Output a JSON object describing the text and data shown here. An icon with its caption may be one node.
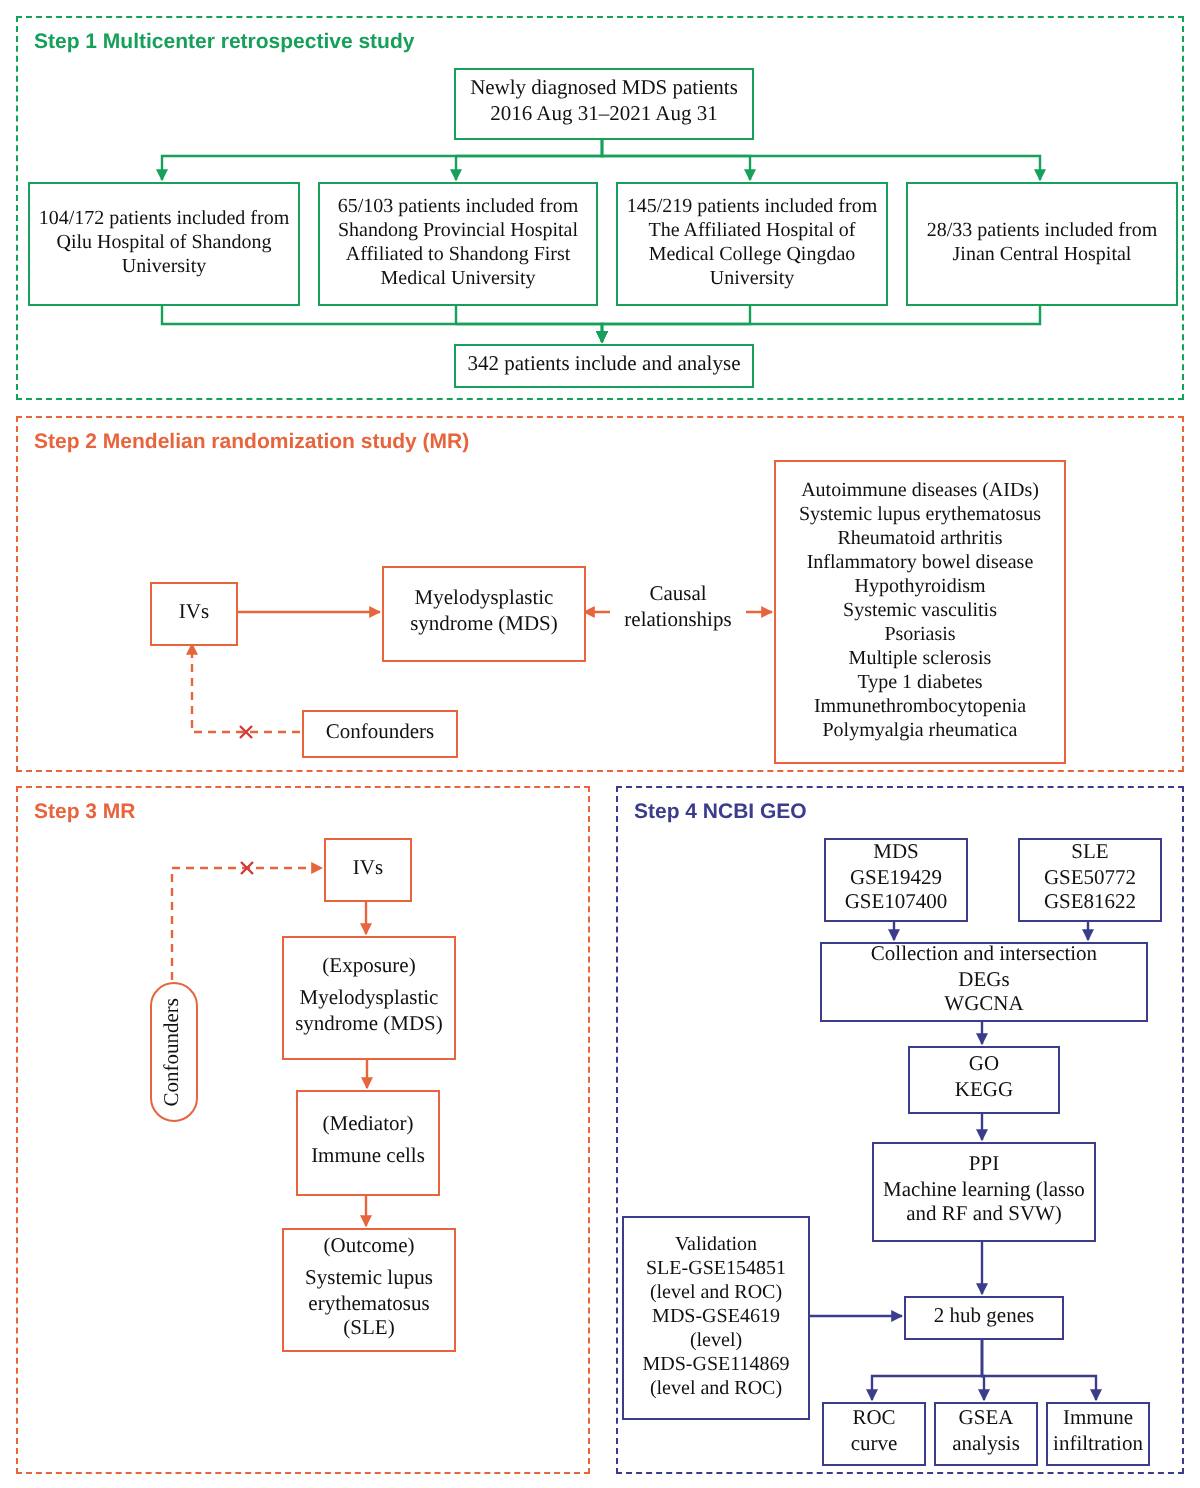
{
  "diagram": {
    "nodes": [
      {
        "text": [
          "Step 1 Multicenter retrospective study"
        ]
      },
      {
        "text": [
          "Newly diagnosed MDS patients 2016 Aug 31–2021 Aug 31"
        ],
        "in": 0
      },
      {
        "text": [
          "104/172 patients included from Qilu Hospital of Shandong University"
        ],
        "in": 0
      },
      {
        "text": [
          "65/103 patients included from Shandong Provincial Hospital Affiliated to Shandong First Medical University"
        ],
        "in": 0
      },
      {
        "text": [
          "145/219 patients included from The Affiliated Hospital of Medical College Qingdao University"
        ],
        "in": 0
      },
      {
        "text": [
          "28/33 patients included from Jinan Central Hospital"
        ],
        "in": 0
      },
      {
        "text": [
          "342 patients include and analyse"
        ],
        "in": 0
      },
      {
        "text": [
          "Step 2 Mendelian randomization study (MR)"
        ]
      },
      {
        "text": [
          "IVs"
        ],
        "in": 7
      },
      {
        "text": [
          "Myelodysplastic syndrome (MDS)"
        ],
        "in": 7
      },
      {
        "text": [
          "Autoimmune diseases (AIDs)",
          "Systemic lupus erythematosus",
          "Rheumatoid arthritis",
          "Inflammatory bowel disease",
          "Hypothyroidism",
          "Systemic vasculitis",
          "Psoriasis",
          "Multiple sclerosis",
          "Type 1 diabetes",
          "Immunethrombocytopenia",
          "Polymyalgia rheumatica"
        ],
        "in": 7
      },
      {
        "text": [
          "Confounders"
        ],
        "in": 7
      },
      {
        "text": [
          "Step 3 MR"
        ]
      },
      {
        "text": [
          "IVs"
        ],
        "in": 12
      },
      {
        "text": [
          "(Exposure)",
          "Myelodysplastic syndrome (MDS)"
        ],
        "in": 12
      },
      {
        "text": [
          "(Mediator)",
          "Immune cells"
        ],
        "in": 12
      },
      {
        "text": [
          "(Outcome)",
          "Systemic lupus erythematosus (SLE)"
        ],
        "in": 12
      },
      {
        "text": [
          "Confounders"
        ],
        "in": 12
      },
      {
        "text": [
          "Step 4 NCBI GEO"
        ]
      },
      {
        "text": [
          "MDS",
          "GSE19429",
          "GSE107400"
        ],
        "in": 18
      },
      {
        "text": [
          "SLE",
          "GSE50772",
          "GSE81622"
        ],
        "in": 18
      },
      {
        "text": [
          "Collection and intersection",
          "DEGs",
          "WGCNA"
        ],
        "in": 18
      },
      {
        "text": [
          "GO",
          "KEGG"
        ],
        "in": 18
      },
      {
        "text": [
          "PPI",
          "Machine learning (lasso and RF and SVW)"
        ],
        "in": 18
      },
      {
        "text": [
          "Validation",
          "SLE-GSE154851 (level and ROC)",
          "MDS-GSE4619 (level)",
          "MDS-GSE114869 (level and ROC)"
        ],
        "in": 18
      },
      {
        "text": [
          "2 hub genes"
        ],
        "in": 18
      },
      {
        "text": [
          "ROC curve"
        ],
        "in": 18
      },
      {
        "text": [
          "GSEA analysis"
        ],
        "in": 18
      },
      {
        "text": [
          "Immune infiltration"
        ],
        "in": 18
      }
    ],
    "edges": [
      {
        "from": 1,
        "to": 2,
        "arrow": "to",
        "color": "#16a05a"
      },
      {
        "from": 1,
        "to": 3,
        "arrow": "to",
        "color": "#16a05a"
      },
      {
        "from": 1,
        "to": 4,
        "arrow": "to",
        "color": "#16a05a"
      },
      {
        "from": 1,
        "to": 5,
        "arrow": "to",
        "color": "#16a05a"
      },
      {
        "from": 2,
        "to": 6,
        "arrow": "to",
        "color": "#16a05a"
      },
      {
        "from": 3,
        "to": 6,
        "arrow": "to",
        "color": "#16a05a"
      },
      {
        "from": 4,
        "to": 6,
        "arrow": "to",
        "color": "#16a05a"
      },
      {
        "from": 5,
        "to": 6,
        "arrow": "to",
        "color": "#16a05a"
      },
      {
        "from": 8,
        "to": 9,
        "arrow": "to",
        "color": "#e8643c"
      },
      {
        "from": 9,
        "to": 10,
        "arrow": "both",
        "label": "Causal relationships",
        "color": "#e8643c"
      },
      {
        "from": 11,
        "to": 8,
        "arrow": "to",
        "style": "dashed",
        "color": "#e8643c"
      },
      {
        "from": 17,
        "to": 13,
        "arrow": "to",
        "style": "dashed",
        "color": "#e8643c"
      },
      {
        "from": 13,
        "to": 14,
        "arrow": "to",
        "color": "#e8643c"
      },
      {
        "from": 14,
        "to": 15,
        "arrow": "to",
        "color": "#e8643c"
      },
      {
        "from": 15,
        "to": 16,
        "arrow": "to",
        "color": "#e8643c"
      },
      {
        "from": 19,
        "to": 21,
        "arrow": "to"
      },
      {
        "from": 20,
        "to": 21,
        "arrow": "to"
      },
      {
        "from": 21,
        "to": 22,
        "arrow": "to"
      },
      {
        "from": 22,
        "to": 23,
        "arrow": "to"
      },
      {
        "from": 23,
        "to": 25,
        "arrow": "to"
      },
      {
        "from": 24,
        "to": 25,
        "arrow": "to"
      },
      {
        "from": 25,
        "to": 26,
        "arrow": "to"
      },
      {
        "from": 25,
        "to": 27,
        "arrow": "to"
      },
      {
        "from": 25,
        "to": 28,
        "arrow": "to"
      }
    ]
  }
}
